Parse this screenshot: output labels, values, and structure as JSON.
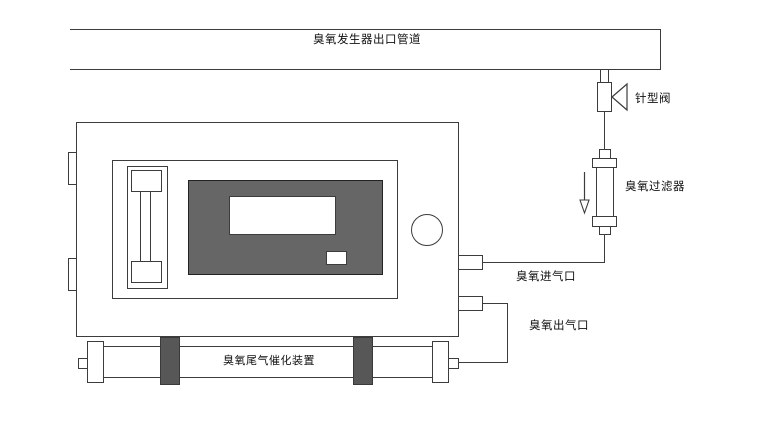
{
  "title": "ozone analyzer gas piping schematic",
  "labels": {
    "pipe": "臭氧发生器出口管道",
    "needle_valve": "针型阀",
    "ozone_filter": "臭氧过滤器",
    "ozone_inlet": "臭氧进气口",
    "ozone_outlet": "臭氧出气口",
    "catalyst": "臭氧尾气催化装置"
  },
  "icons": {
    "valve_cone": "left-pointing-triangle",
    "flow_arrow": "down-arrow"
  },
  "colors": {
    "line": "#3c3c3c",
    "display_panel": "#666666",
    "clamp": "#575757",
    "background": "#ffffff"
  }
}
